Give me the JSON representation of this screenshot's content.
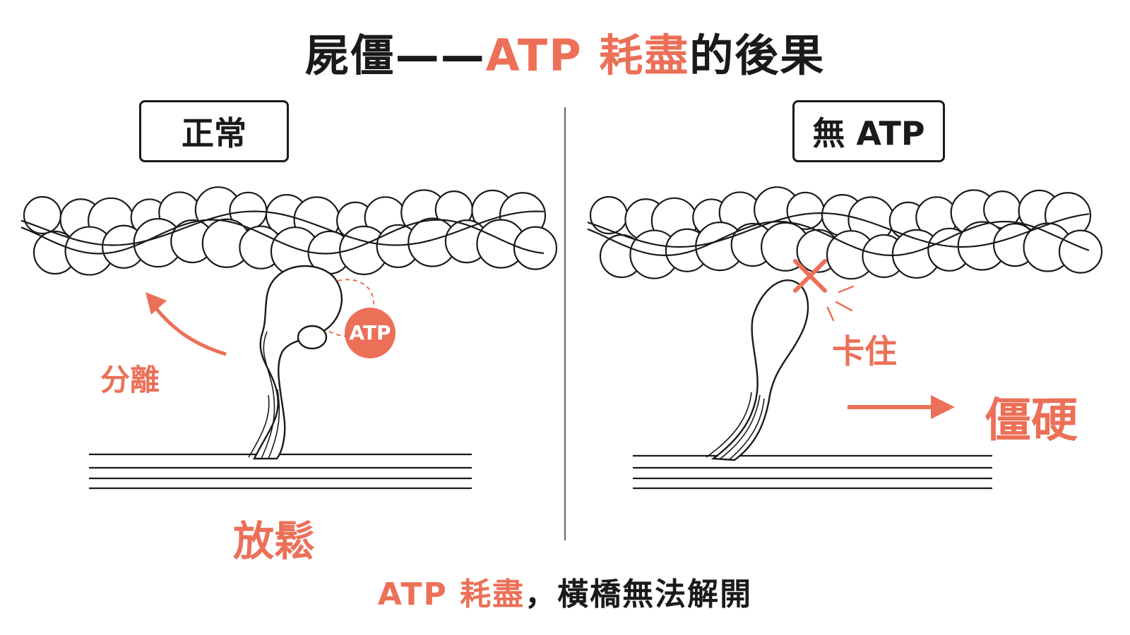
{
  "title": {
    "part1": "屍僵——",
    "part2": "ATP 耗盡",
    "part3": "的後果"
  },
  "left_panel": {
    "label": "正常",
    "atp_label": "ATP",
    "separate_label": "分離",
    "relax_label": "放鬆"
  },
  "right_panel": {
    "label": "無 ATP",
    "stuck_label": "卡住",
    "rigid_label": "僵硬"
  },
  "caption": {
    "part1": "ATP 耗盡",
    "part2": "，橫橋無法解開"
  },
  "colors": {
    "accent": "#ec7058",
    "ink": "#1a1a1a",
    "background": "#ffffff"
  }
}
